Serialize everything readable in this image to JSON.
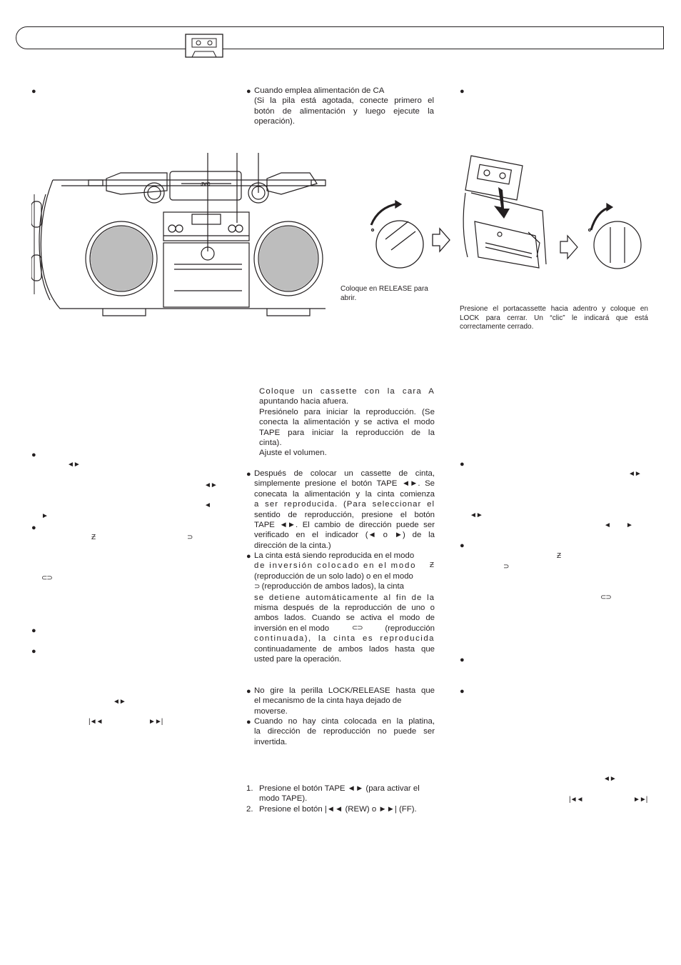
{
  "bullet": "●",
  "icons": {
    "play": "◄►",
    "left": "◄",
    "right": "►",
    "rew": "|◄◄",
    "ff": "►►|",
    "one_side": "Ƶ",
    "both_sides": "⊃",
    "continuous": "⊂⊃"
  },
  "col2": {
    "ac_note": {
      "line1": "Cuando emplea alimentación de CA",
      "line2": "(Si la pila está agotada, conecte primero el",
      "line3": "botón de alimentación y luego ejecute la",
      "line4": "operación)."
    },
    "release_caption": {
      "line1": "Coloque en RELEASE para",
      "line2": "abrir."
    },
    "steps": {
      "s1_l1": "Coloque un cassette con la cara A",
      "s1_l2": "apuntando hacia afuera.",
      "s2_l1": "Presiónelo para iniciar la reproducción. (Se",
      "s2_l2": "conecta la alimentación y se activa el modo",
      "s2_l3": "TAPE para iniciar la reproducción de la",
      "s2_l4": "cinta).",
      "s3_l1": "Ajuste el volumen."
    },
    "after_insert": [
      "Después de colocar un cassette de cinta,",
      "simplemente presione el botón TAPE ◄►. Se",
      "conecata la alimentación y la cinta comienza",
      "a ser reproducida. (Para seleccionar el",
      "sentido de reproducción, presione el botón",
      "TAPE ◄►. El cambio de dirección puede ser",
      "verificado en el indicador (◄ o ►) de la",
      "dirección de la cinta.)"
    ],
    "reverse_mode": [
      "La cinta está siendo reproducida en el modo",
      "de inversión colocado en el modo",
      "(reproducción de un solo lado) o en el modo",
      "(reproducción de ambos lados), la cinta",
      "se detiene automáticamente al fin de la",
      "misma después de la reproducción de uno o",
      "ambos lados. Cuando se activa el modo de",
      "inversión en el modo",
      "(reproducción",
      "continuada), la cinta es reproducida",
      "continuadamente de ambos lados hasta que",
      "usted pare la operación."
    ],
    "lock_note": [
      "No gire la perilla LOCK/RELEASE hasta que",
      "el mecanismo de la cinta haya dejado de",
      "moverse."
    ],
    "no_tape_note": [
      "Cuando no hay cinta colocada en la platina,",
      "la dirección de reproducción no puede ser",
      "invertida."
    ],
    "ffrew": {
      "n1": "1.",
      "s1_l1": "Presione el botón TAPE ◄► (para activar el",
      "s1_l2": "modo TAPE).",
      "n2": "2.",
      "s2": "Presione el botón |◄◄ (REW) o ►►| (FF)."
    }
  },
  "col3": {
    "lock_caption": {
      "line1": "Presione el portacassette hacia adentro y coloque en",
      "line2": "LOCK para cerrar. Un “clic” le indicará que está",
      "line3": "correctamente cerrado."
    }
  },
  "device": {
    "brand": "JVC"
  }
}
